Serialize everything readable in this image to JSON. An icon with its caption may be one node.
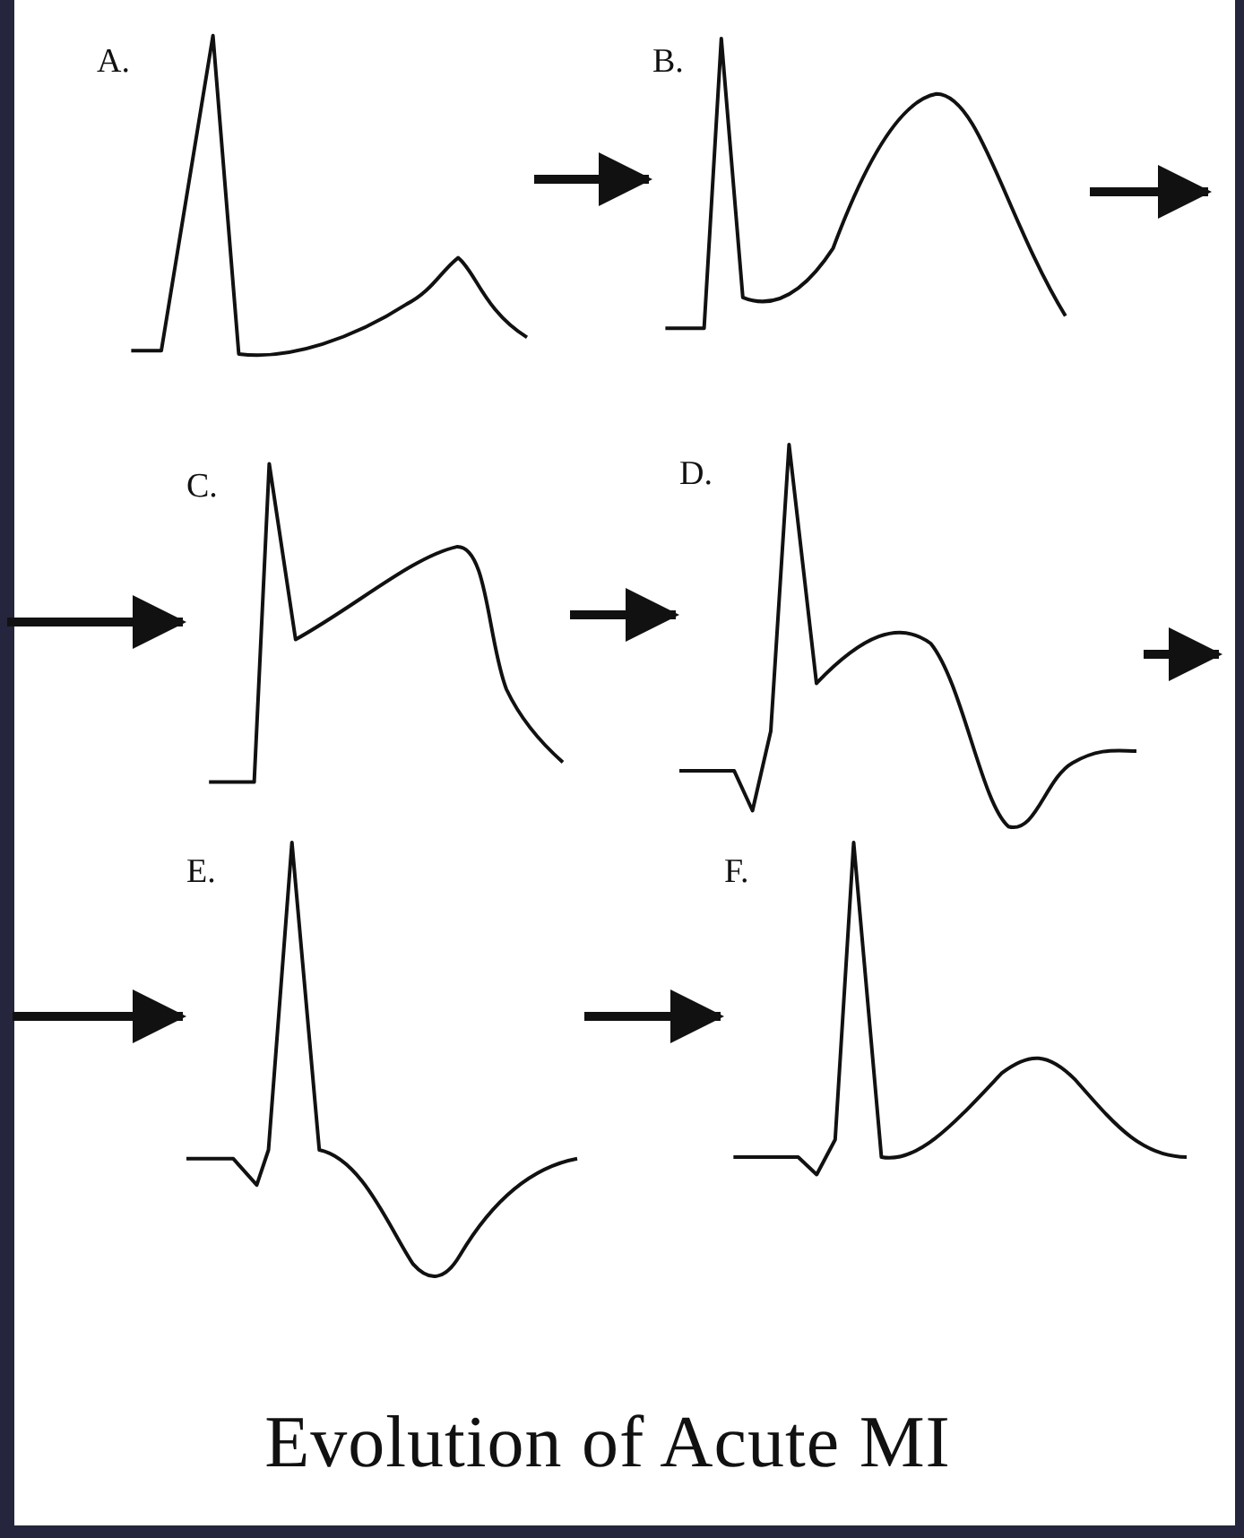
{
  "diagram": {
    "title": "Evolution of Acute MI",
    "nodes": [
      {
        "text": [
          "A."
        ]
      },
      {
        "text": [
          "B."
        ]
      },
      {
        "text": [
          "C."
        ]
      },
      {
        "text": [
          "D."
        ]
      },
      {
        "text": [
          "E."
        ]
      },
      {
        "text": [
          "F."
        ]
      }
    ],
    "edges": [
      {
        "from": 0,
        "to": 1,
        "arrow": "to"
      },
      {
        "from": 1,
        "to": null,
        "arrow": "to"
      },
      {
        "from": null,
        "to": 2,
        "arrow": "to"
      },
      {
        "from": 2,
        "to": 3,
        "arrow": "to"
      },
      {
        "from": 3,
        "to": null,
        "arrow": "to"
      },
      {
        "from": null,
        "to": 4,
        "arrow": "to"
      },
      {
        "from": 4,
        "to": 5,
        "arrow": "to"
      }
    ]
  }
}
